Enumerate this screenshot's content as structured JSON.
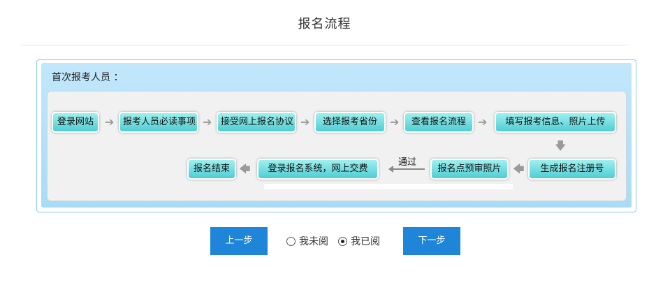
{
  "page": {
    "title": "报名流程"
  },
  "panel": {
    "heading": "首次报考人员 ："
  },
  "steps": {
    "row1": [
      "登录网站",
      "报考人员必读事项",
      "接受网上报名协议",
      "选择报考省份",
      "查看报名流程",
      "填写报考信息、照片上传"
    ],
    "row2": [
      "生成报名注册号",
      "报名点预审照片",
      "登录报名系统，网上交费",
      "报名结束"
    ],
    "pass_label": "通过"
  },
  "footer": {
    "prev_label": "上一步",
    "next_label": "下一步",
    "radio_unread_label": "我未阅",
    "radio_read_label": "我已阅",
    "selected": "我已阅"
  },
  "colors": {
    "accent": "#1e85d8",
    "step_fill": "#4fcdd3",
    "panel_bg": "#c2e7fb"
  }
}
